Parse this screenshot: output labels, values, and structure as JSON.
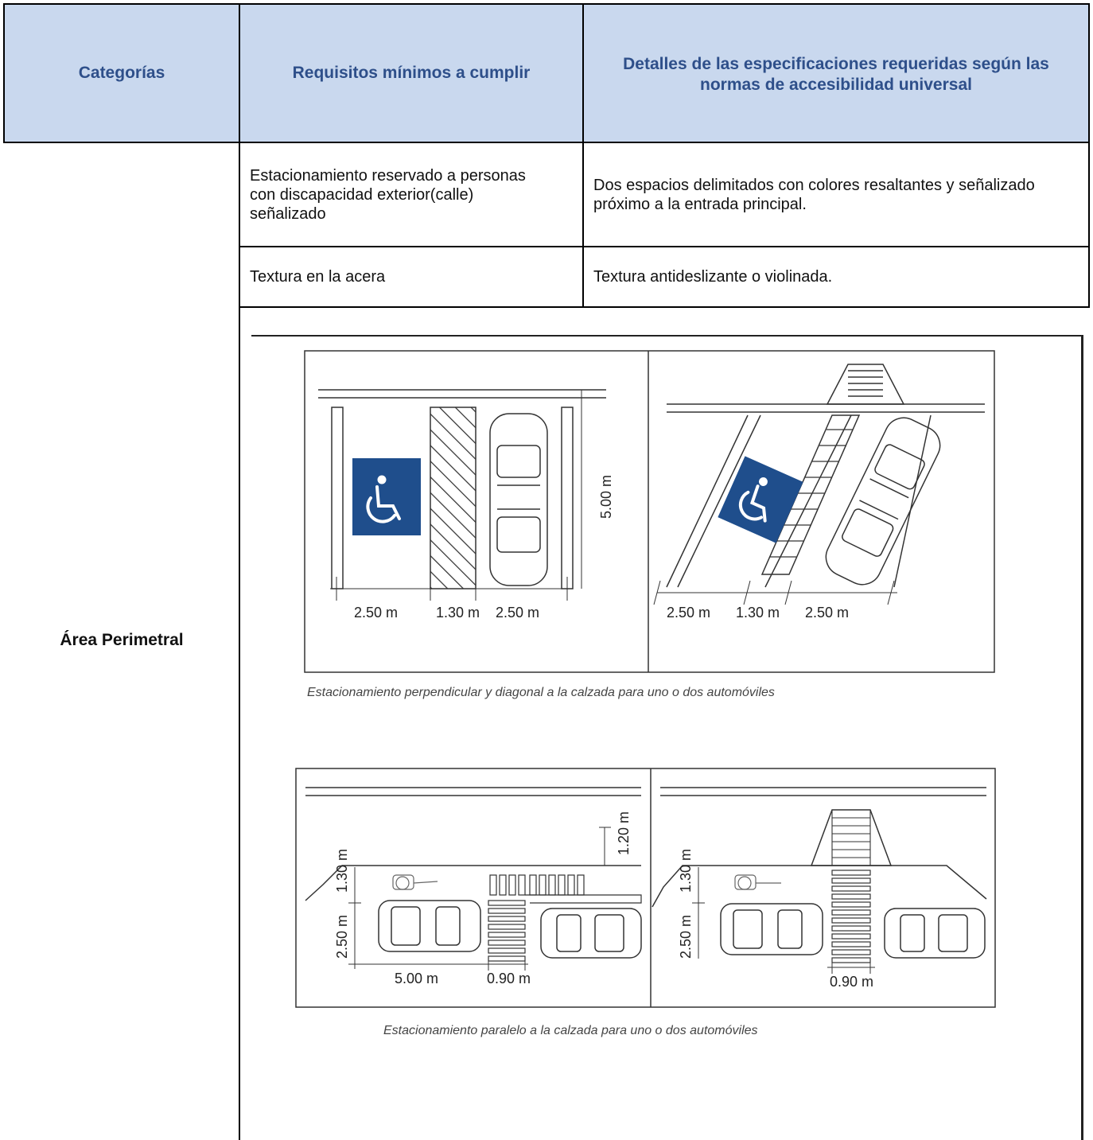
{
  "table": {
    "headers": [
      "Categorías",
      "Requisitos mínimos a cumplir",
      "Detalles de las especificaciones requeridas según las normas de accesibilidad universal"
    ],
    "category": "Área Perimetral",
    "rows": [
      {
        "requirement": "Estacionamiento reservado a personas con discapacidad exterior(calle) señalizado",
        "detail": "Dos espacios delimitados con colores resaltantes y señalizado próximo a la entrada principal."
      },
      {
        "requirement": "Textura en la acera",
        "detail": "Textura antideslizante o violinada."
      }
    ],
    "header_bg": "#c9d8ee",
    "header_text_color": "#2e4f8a"
  },
  "figures": {
    "top": {
      "caption": "Estacionamiento perpendicular  y diagonal a la calzada para uno o dos automóviles",
      "left_dims": [
        "2.50 m",
        "1.30 m",
        "2.50 m"
      ],
      "left_length": "5.00 m",
      "right_dims": [
        "2.50 m",
        "1.30 m",
        "2.50 m"
      ],
      "sign_color": "#1f4e8c"
    },
    "bottom": {
      "caption": "Estacionamiento paralelo a la calzada para uno o dos automóviles",
      "left_dims": [
        "5.00 m",
        "0.90 m"
      ],
      "left_vertical": [
        "2.50 m",
        "1.30 m"
      ],
      "left_curb": "1.20 m",
      "right_vertical": [
        "2.50 m",
        "1.30 m"
      ],
      "right_dim": "0.90 m"
    }
  }
}
